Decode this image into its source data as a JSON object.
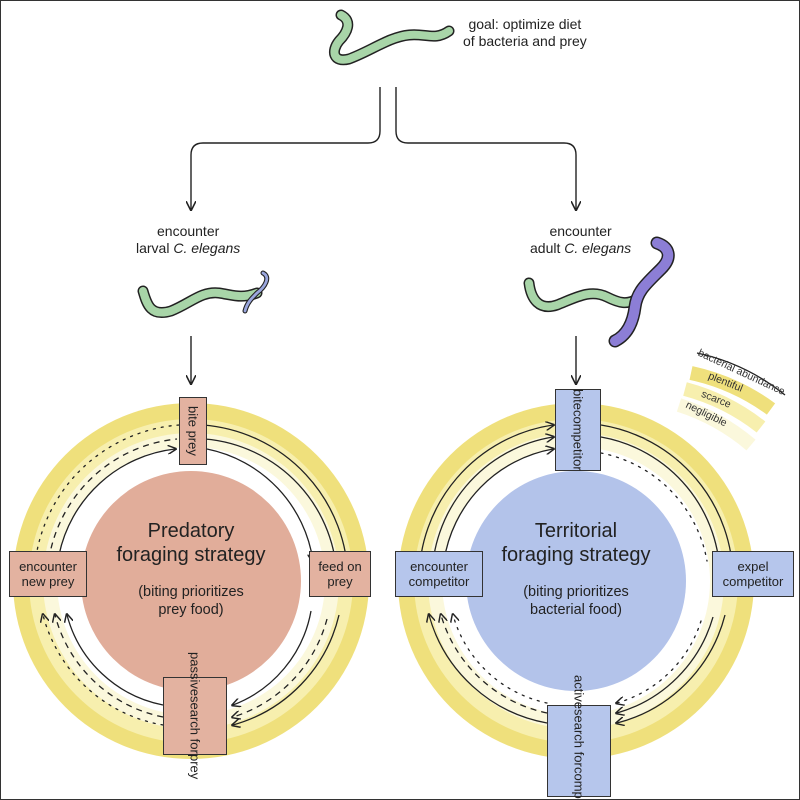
{
  "goal": {
    "line1": "goal: optimize diet",
    "line2": "of bacteria and prey"
  },
  "left_branch": {
    "encounter_line1": "encounter",
    "encounter_prefix": "larval ",
    "encounter_species": "C. elegans",
    "center_title_line1": "Predatory",
    "center_title_line2": "foraging strategy",
    "center_sub_line1": "(biting prioritizes",
    "center_sub_line2": "prey food)",
    "steps": {
      "top": "bite prey",
      "right_line1": "feed on",
      "right_line2": "prey",
      "bottom_line1": "passive",
      "bottom_line2": "search for",
      "bottom_line3": "prey",
      "left_line1": "encounter",
      "left_line2": "new prey"
    }
  },
  "right_branch": {
    "encounter_line1": "encounter",
    "encounter_prefix": "adult ",
    "encounter_species": "C. elegans",
    "center_title_line1": "Territorial",
    "center_title_line2": "foraging strategy",
    "center_sub_line1": "(biting prioritizes",
    "center_sub_line2": "bacterial food)",
    "steps": {
      "top_line1": "bite",
      "top_line2": "competitor",
      "right_line1": "expel",
      "right_line2": "competitor",
      "bottom_line1": "active",
      "bottom_line2": "search for",
      "bottom_line3": "competitor",
      "left_line1": "encounter",
      "left_line2": "competitor"
    }
  },
  "legend": {
    "title": "bacterial abundance",
    "levels": [
      "plentiful",
      "scarce",
      "negligible"
    ]
  },
  "colors": {
    "worm_green": "#a8d5a8",
    "larva_purple": "#9aa6dd",
    "adult_purple": "#8c7ed6",
    "predatory_fill": "#e1ad9a",
    "territorial_fill": "#b3c3ea",
    "ring_plentiful": "#efe07c",
    "ring_scarce": "#f7efae",
    "ring_negligible": "#fbf8dc"
  }
}
